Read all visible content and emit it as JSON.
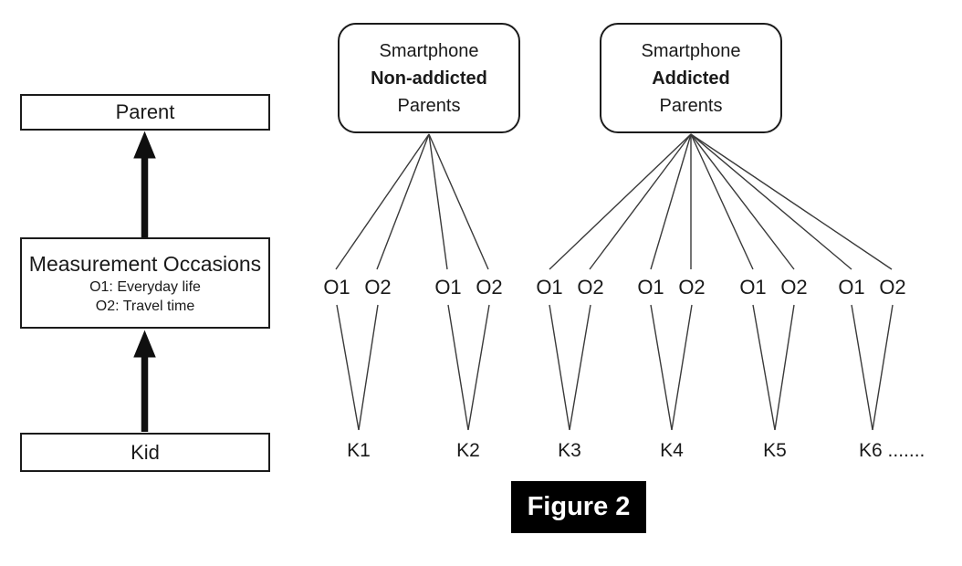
{
  "caption": {
    "label": "Figure 2"
  },
  "left_panel": {
    "parent_label": "Parent",
    "measurement": {
      "title": "Measurement Occasions",
      "line1": "O1: Everyday life",
      "line2": "O2: Travel time"
    },
    "kid_label": "Kid"
  },
  "parent_groups": [
    {
      "line1": "Smartphone",
      "line2_bold": "Non-addicted",
      "line3": "Parents"
    },
    {
      "line1": "Smartphone",
      "line2_bold": "Addicted",
      "line3": "Parents"
    }
  ],
  "kids": [
    {
      "label": "K1",
      "o1": "O1",
      "o2": "O2"
    },
    {
      "label": "K2",
      "o1": "O1",
      "o2": "O2"
    },
    {
      "label": "K3",
      "o1": "O1",
      "o2": "O2"
    },
    {
      "label": "K4",
      "o1": "O1",
      "o2": "O2"
    },
    {
      "label": "K5",
      "o1": "O1",
      "o2": "O2"
    },
    {
      "label": "K6 .......",
      "o1": "O1",
      "o2": "O2"
    }
  ],
  "colors": {
    "connector_line": "#3a3a3a",
    "box_border": "#1b1b1b",
    "arrow": "#0f0f0f",
    "caption_bg": "#000000",
    "caption_fg": "#ffffff"
  }
}
